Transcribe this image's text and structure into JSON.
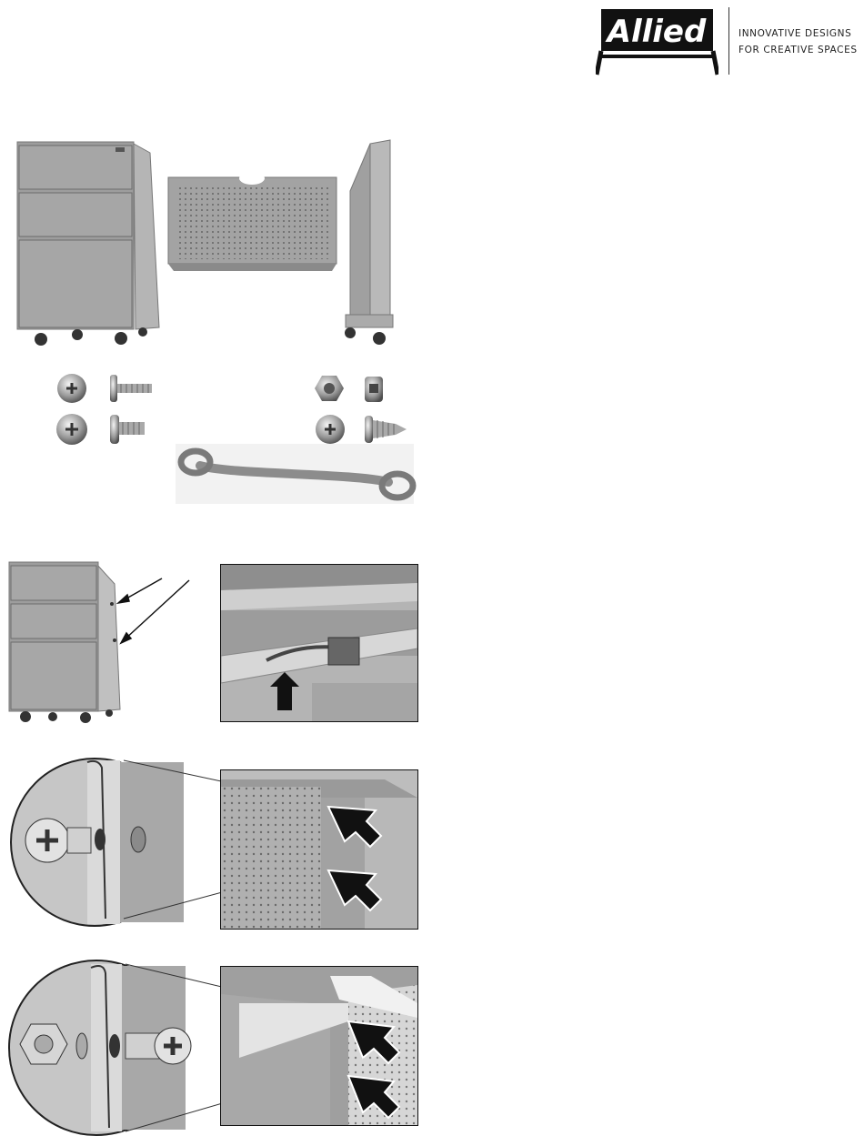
{
  "brand": {
    "name": "Allied",
    "tagline_line1": "INNOVATIVE DESIGNS",
    "tagline_line2": "FOR CREATIVE SPACES"
  },
  "colors": {
    "ink": "#111111",
    "metal": "#9a9a9a",
    "metal_light": "#c8c8c8",
    "metal_dark": "#6f6f6f"
  },
  "figures": [
    {
      "name": "parts-overview",
      "icons": [
        "pedestal-cabinet",
        "modesty-panel",
        "leg-stand"
      ]
    },
    {
      "name": "hardware",
      "icons": [
        "truss-head-bolt",
        "pan-head-screw",
        "hex-nut",
        "square-nut",
        "truss-screw",
        "self-tapping-screw",
        "offset-wrench"
      ]
    },
    {
      "name": "step-remove-drawer",
      "icons": [
        "cabinet-side-arrows",
        "drawer-release-lever",
        "up-arrow"
      ]
    },
    {
      "name": "step-attach-panel-screws",
      "icons": [
        "magnified-screw-detail",
        "panel-corner-arrows"
      ]
    },
    {
      "name": "step-attach-panel-nuts",
      "icons": [
        "magnified-nut-bolt-detail",
        "panel-frame-arrows"
      ]
    }
  ]
}
